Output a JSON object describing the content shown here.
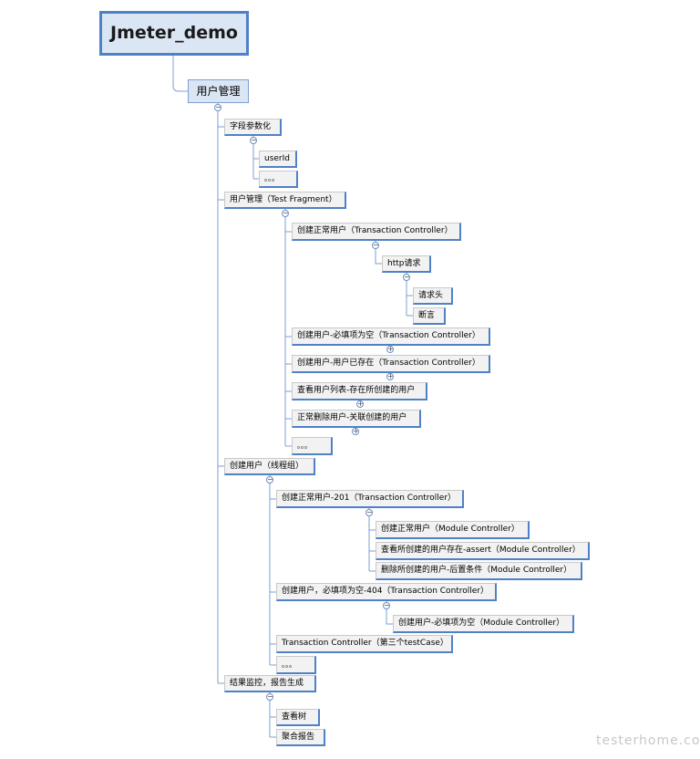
{
  "root": {
    "label": "Jmeter_demo"
  },
  "main": {
    "label": "用户管理"
  },
  "nodes": {
    "param": "字段参数化",
    "userid": "userId",
    "param_more": "。。。",
    "fragment": "用户管理（Test Fragment）",
    "tc_create_normal": "创建正常用户（Transaction Controller）",
    "http_request": "http请求",
    "request_header": "请求头",
    "assertion": "断言",
    "tc_required_empty": "创建用户-必填项为空（Transaction Controller）",
    "tc_user_exists": "创建用户-用户已存在（Transaction Controller）",
    "view_list": "查看用户列表-存在所创建的用户",
    "delete_normal": "正常删除用户-关联创建的用户",
    "fragment_more": "。。。",
    "thread_group": "创建用户（线程组）",
    "tc_201": "创建正常用户-201（Transaction Controller）",
    "mc_create_normal": "创建正常用户（Module Controller）",
    "mc_view_assert": "查看所创建的用户存在-assert（Module Controller）",
    "mc_delete_post": "删除所创建的用户-后置条件（Module Controller）",
    "tc_404": "创建用户，必填项为空-404（Transaction Controller）",
    "mc_required_empty": "创建用户-必填项为空（Module Controller）",
    "tc_third": "Transaction Controller（第三个testCase）",
    "thread_more": "。。。",
    "monitor": "结果监控，报告生成",
    "view_tree": "查看树",
    "aggregate_report": "聚合报告"
  },
  "toggles": {
    "expanded": "−",
    "collapsed": "+"
  },
  "watermark": "testerhome.com",
  "colors": {
    "accent": "#4f81c7",
    "node_fill": "#f2f2f2",
    "main_fill": "#dbe6f4",
    "line": "#7da0cf"
  }
}
